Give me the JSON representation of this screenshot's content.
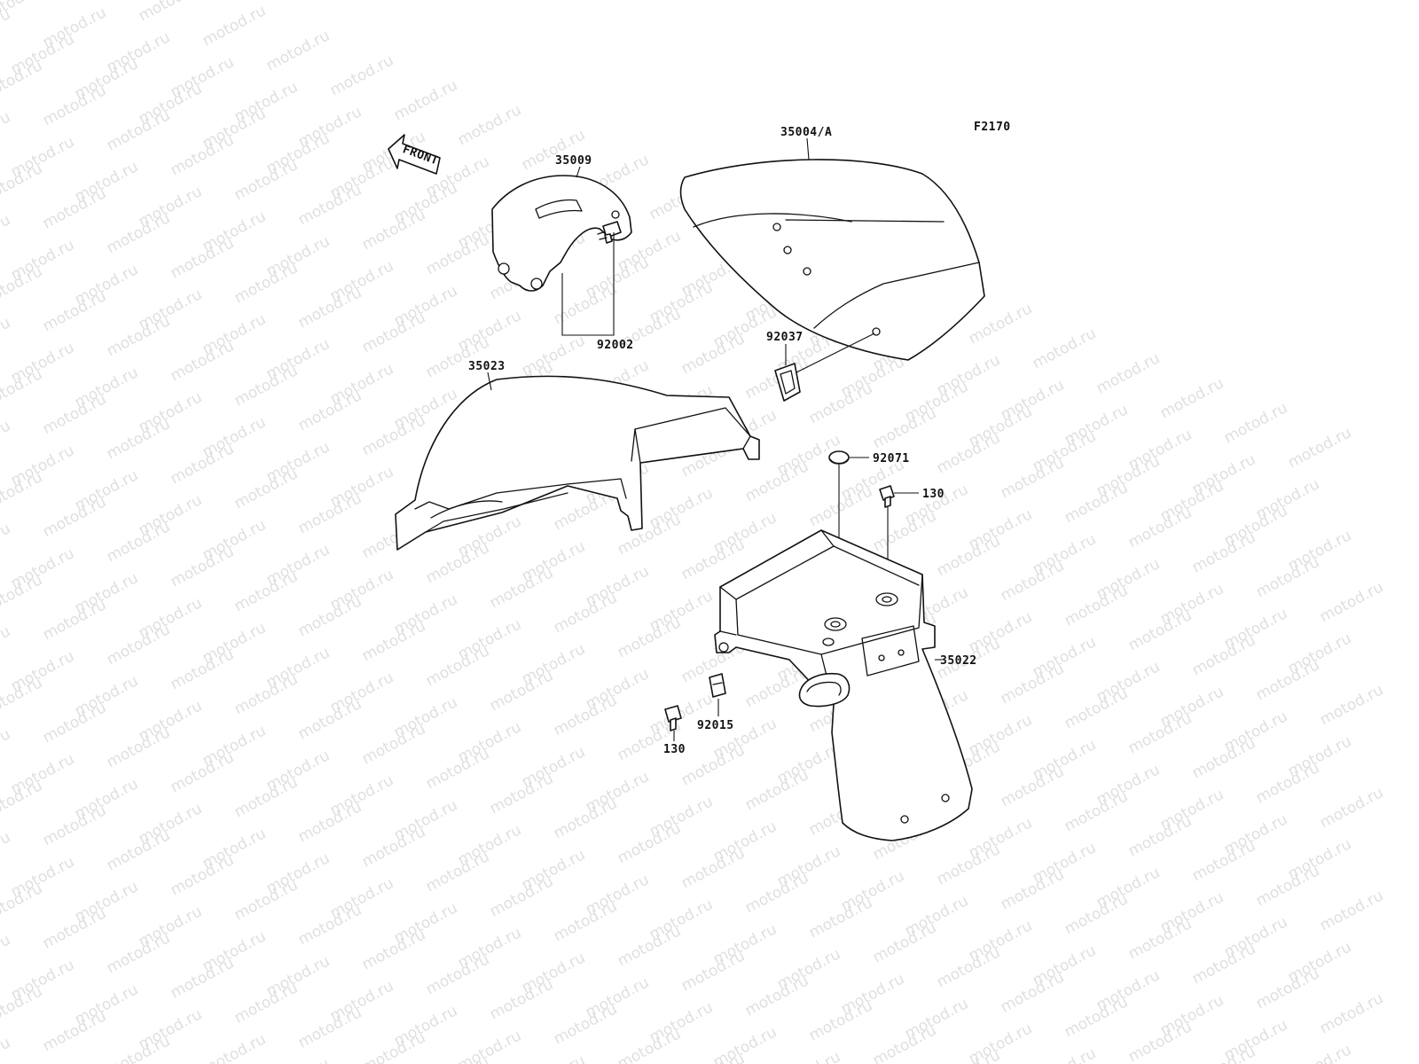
{
  "diagram": {
    "figure_code": "F2170",
    "front_arrow_label": "FRONT",
    "watermark_text": "motod.ru",
    "parts": [
      {
        "number": "35009"
      },
      {
        "number": "35004/A"
      },
      {
        "number": "92002"
      },
      {
        "number": "92037"
      },
      {
        "number": "35023"
      },
      {
        "number": "92071"
      },
      {
        "number": "130"
      },
      {
        "number": "35022"
      },
      {
        "number": "92015"
      },
      {
        "number": "130"
      }
    ]
  },
  "colors": {
    "line": "#111111",
    "background": "#ffffff",
    "watermark": "#cfcfcf"
  }
}
